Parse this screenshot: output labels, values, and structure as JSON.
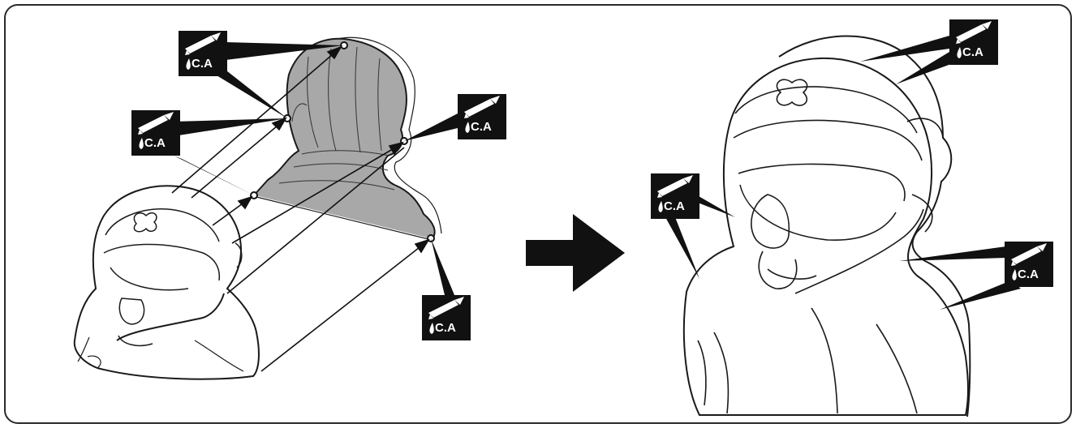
{
  "figure": {
    "glue_label": "C.A",
    "colors": {
      "ink": "#1a1a1a",
      "panel_border": "#2a2a2a",
      "part_fill": "#a8a8a8",
      "background": "#ffffff"
    },
    "callouts_left": [
      {
        "id": "callout-left-top",
        "label": "C.A"
      },
      {
        "id": "callout-left-middle",
        "label": "C.A"
      },
      {
        "id": "callout-left-right",
        "label": "C.A"
      },
      {
        "id": "callout-left-bottom",
        "label": "C.A"
      }
    ],
    "callouts_right": [
      {
        "id": "callout-right-top",
        "label": "C.A"
      },
      {
        "id": "callout-right-left",
        "label": "C.A"
      },
      {
        "id": "callout-right-bottom",
        "label": "C.A"
      }
    ],
    "icons": [
      "glue-bottle-icon",
      "glue-drop-icon",
      "arrow-right-icon"
    ]
  }
}
